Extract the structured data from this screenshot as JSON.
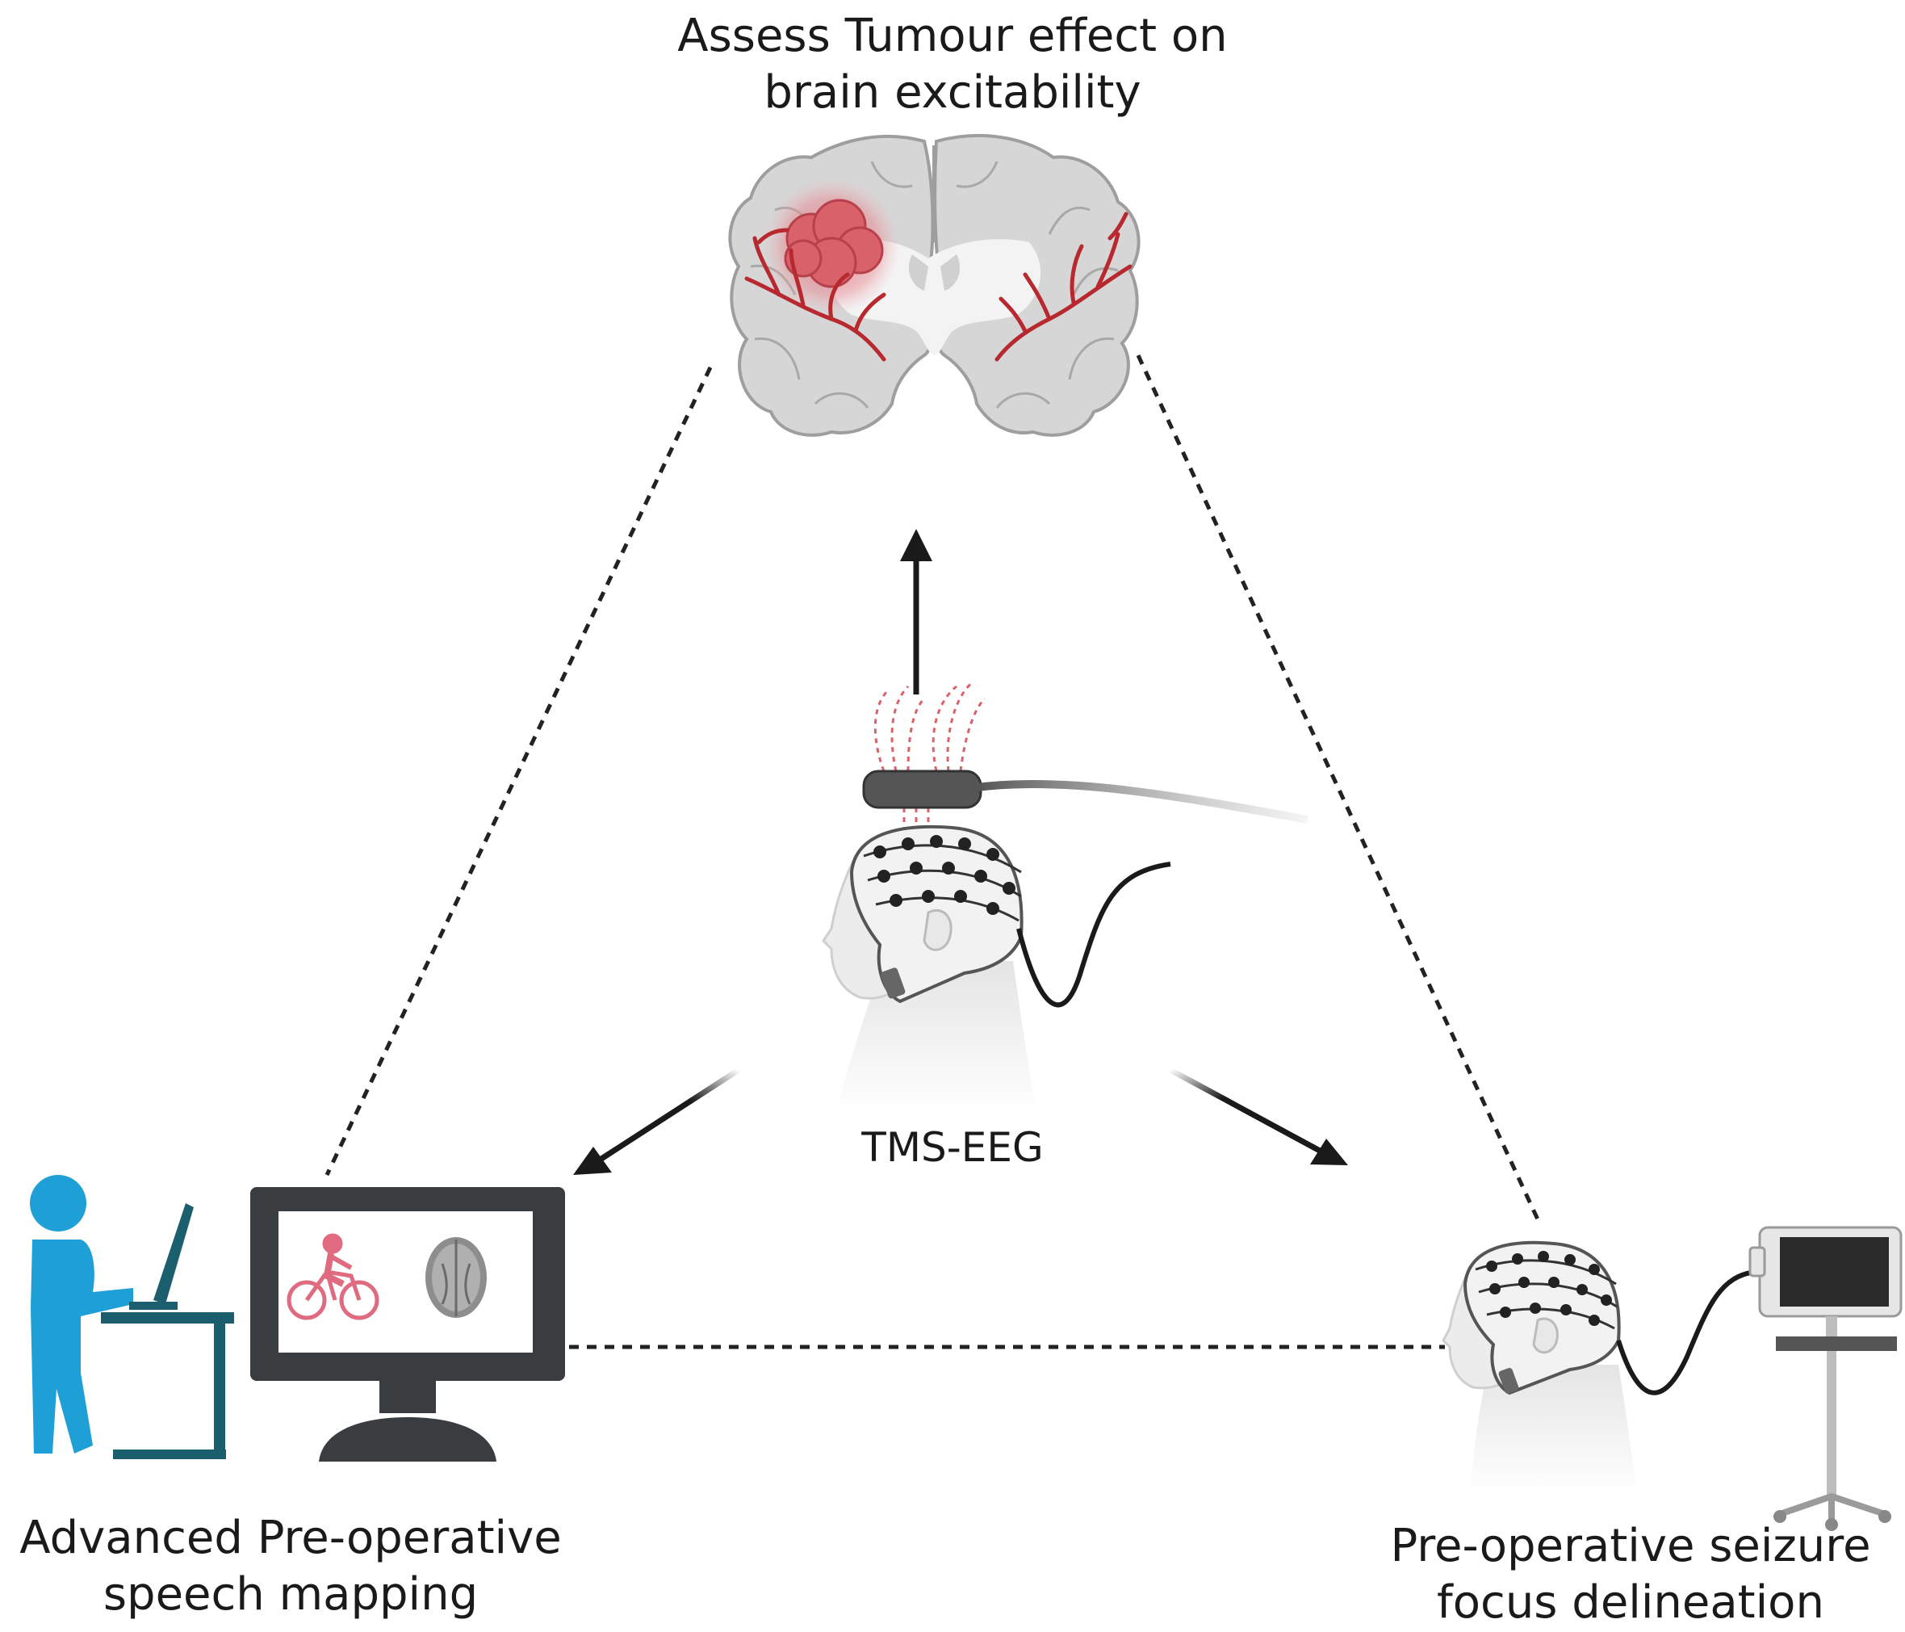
{
  "labels": {
    "top": {
      "line1": "Assess Tumour effect on",
      "line2": "brain excitability"
    },
    "center": "TMS-EEG",
    "left": {
      "line1": "Advanced Pre-operative",
      "line2": "speech mapping"
    },
    "right": {
      "line1": "Pre-operative seizure",
      "line2": "focus delineation"
    }
  },
  "colors": {
    "brain_grey": "#d6d6d6",
    "brain_outline": "#9e9e9e",
    "vessel_red": "#b8282f",
    "tumour_red": "#d9626a",
    "person_blue": "#1e9fd6",
    "desk_teal": "#1b5e6e",
    "monitor_dark": "#3a3d3f",
    "cyclist_pink": "#e06b80",
    "arrow_black": "#1a1a1a",
    "cap_white": "#f2f2f2",
    "electrode_black": "#222222"
  },
  "icons": {
    "top": "coronal-brain-with-tumour-icon",
    "center": "tms-coil-and-eeg-cap-head-icon",
    "left": "person-at-desk-and-monitor-icon",
    "right": "eeg-head-with-monitor-cart-icon"
  }
}
